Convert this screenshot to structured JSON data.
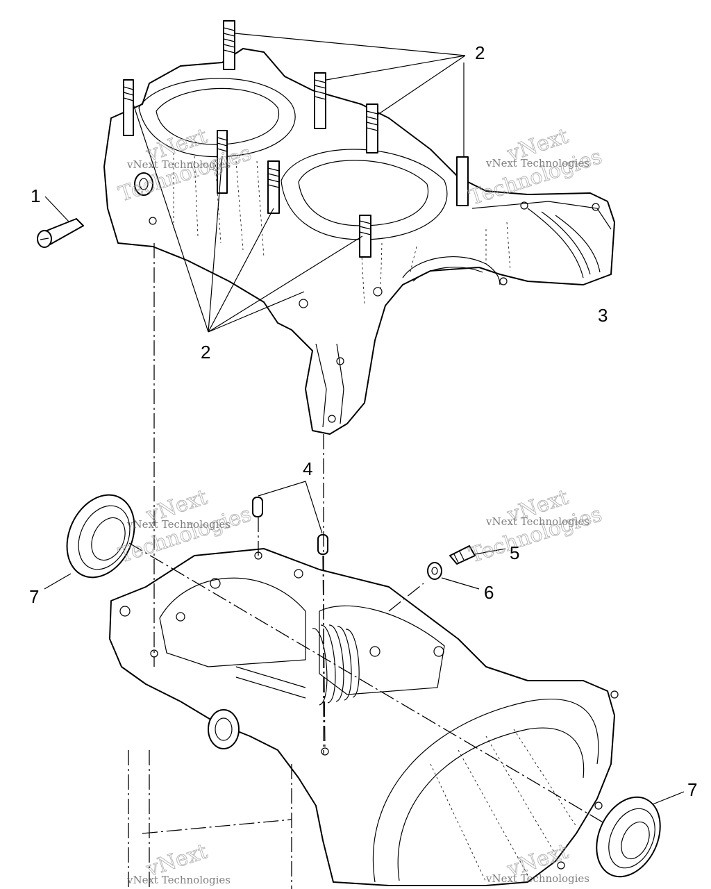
{
  "callouts": {
    "c1": "1",
    "c2_top": "2",
    "c2_bottom": "2",
    "c3": "3",
    "c4": "4",
    "c5": "5",
    "c6": "6",
    "c7_left": "7",
    "c7_right": "7"
  },
  "watermarks": {
    "logo_word_1": "vNext",
    "logo_word_2": "Technologies",
    "small_text": "vNext Technologies"
  }
}
